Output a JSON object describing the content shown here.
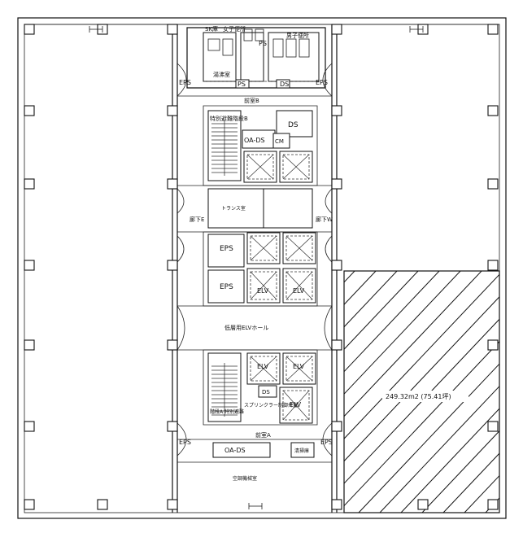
{
  "labels": {
    "sk": "SK庫",
    "womens_wc": "女子便所",
    "ps1": "PS",
    "mens_wc": "男子便所",
    "cleaning": "湯沸室",
    "ps2": "PS",
    "ds1": "DS",
    "eps_nw": "EPS",
    "eps_ne": "EPS",
    "anteroom_b": "前室B",
    "stair_b": "特別避難階段B",
    "ds2": "DS",
    "oa_ds_top": "OA-DS",
    "cm": "CM",
    "trans": "トランス室",
    "corridor_e": "廊下E",
    "corridor_w": "廊下W",
    "eps_mid1": "EPS",
    "eps_mid2": "EPS",
    "elv1": "ELV",
    "elv2": "ELV",
    "elv_hall": "低層用ELVホール",
    "elv3": "ELV",
    "elv4": "ELV",
    "ds3": "DS",
    "stair_a": "階段A 特別避難",
    "sprinkler": "スプリンクラー制御弁室",
    "elv5": "ELV",
    "anteroom_a": "前室A",
    "eps_sw": "EPS",
    "oa_ds_bottom": "OA-DS",
    "shower": "清掃庫",
    "eps_se": "EPS",
    "machine": "空調機械室",
    "area": "249.32m2 (75.41坪)"
  },
  "icons": {
    "column": "column-marker",
    "elevator": "elevator-x-icon",
    "shaft": "shaft-x-icon",
    "stair": "stair-icon"
  },
  "colors": {
    "line": "#111111",
    "background": "#ffffff"
  }
}
